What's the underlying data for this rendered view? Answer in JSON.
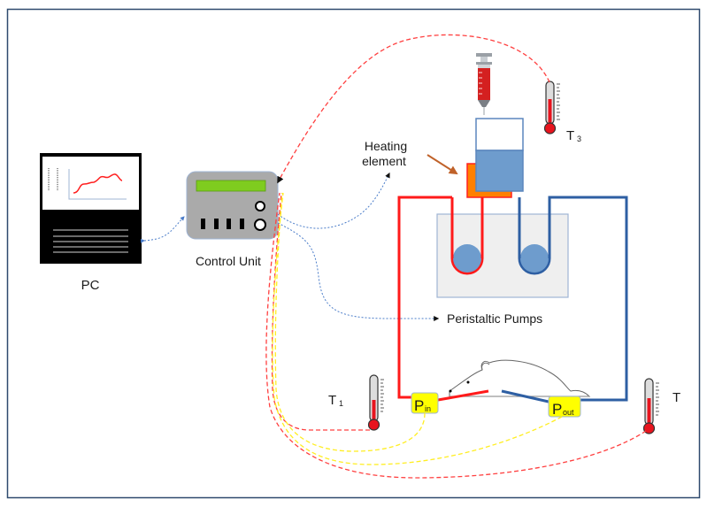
{
  "labels": {
    "pc": "PC",
    "control_unit": "Control Unit",
    "heating_element_line1": "Heating",
    "heating_element_line2": "element",
    "peristaltic_pumps": "Peristaltic Pumps",
    "t1_main": "T",
    "t1_sub": "1",
    "t3_main": "T",
    "t3_sub": "3",
    "t_right": "T",
    "pin_main": "P",
    "pin_sub": "in",
    "pout_main": "P",
    "pout_sub": "out"
  },
  "colors": {
    "frame": "#2f4a6e",
    "arterial_tube": "#ff1a1a",
    "venous_tube": "#2e5fa3",
    "pump_box_fill": "#efefef",
    "pump_box_stroke": "#9fb4d4",
    "pump_roller": "#6e9ccd",
    "heater": "#ff8000",
    "heater_border": "#ff2020",
    "reservoir_fluid": "#6e9ccd",
    "control_unit_body": "#aaaaaa",
    "control_unit_display": "#7fcc1f",
    "sensor_box": "#ffff00",
    "temp_signal": "#ff4040",
    "pressure_signal": "#ffee22",
    "control_signal": "#4a7cc9",
    "heating_arrow": "#c0622a"
  }
}
